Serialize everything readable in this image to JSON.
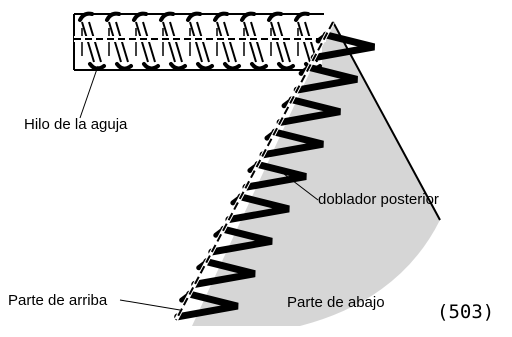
{
  "labels": {
    "needle_thread": "Hilo de la aguja",
    "rear_folder": "doblador posterior",
    "top_side": "Parte de arriba",
    "bottom_side": "Parte de abajo"
  },
  "figure_ref": "(503)",
  "colors": {
    "fabric": "#d6d6d6",
    "ink": "#000000"
  },
  "stitches": {
    "upper_strip_count": 9,
    "lower_loop_count": 9
  }
}
